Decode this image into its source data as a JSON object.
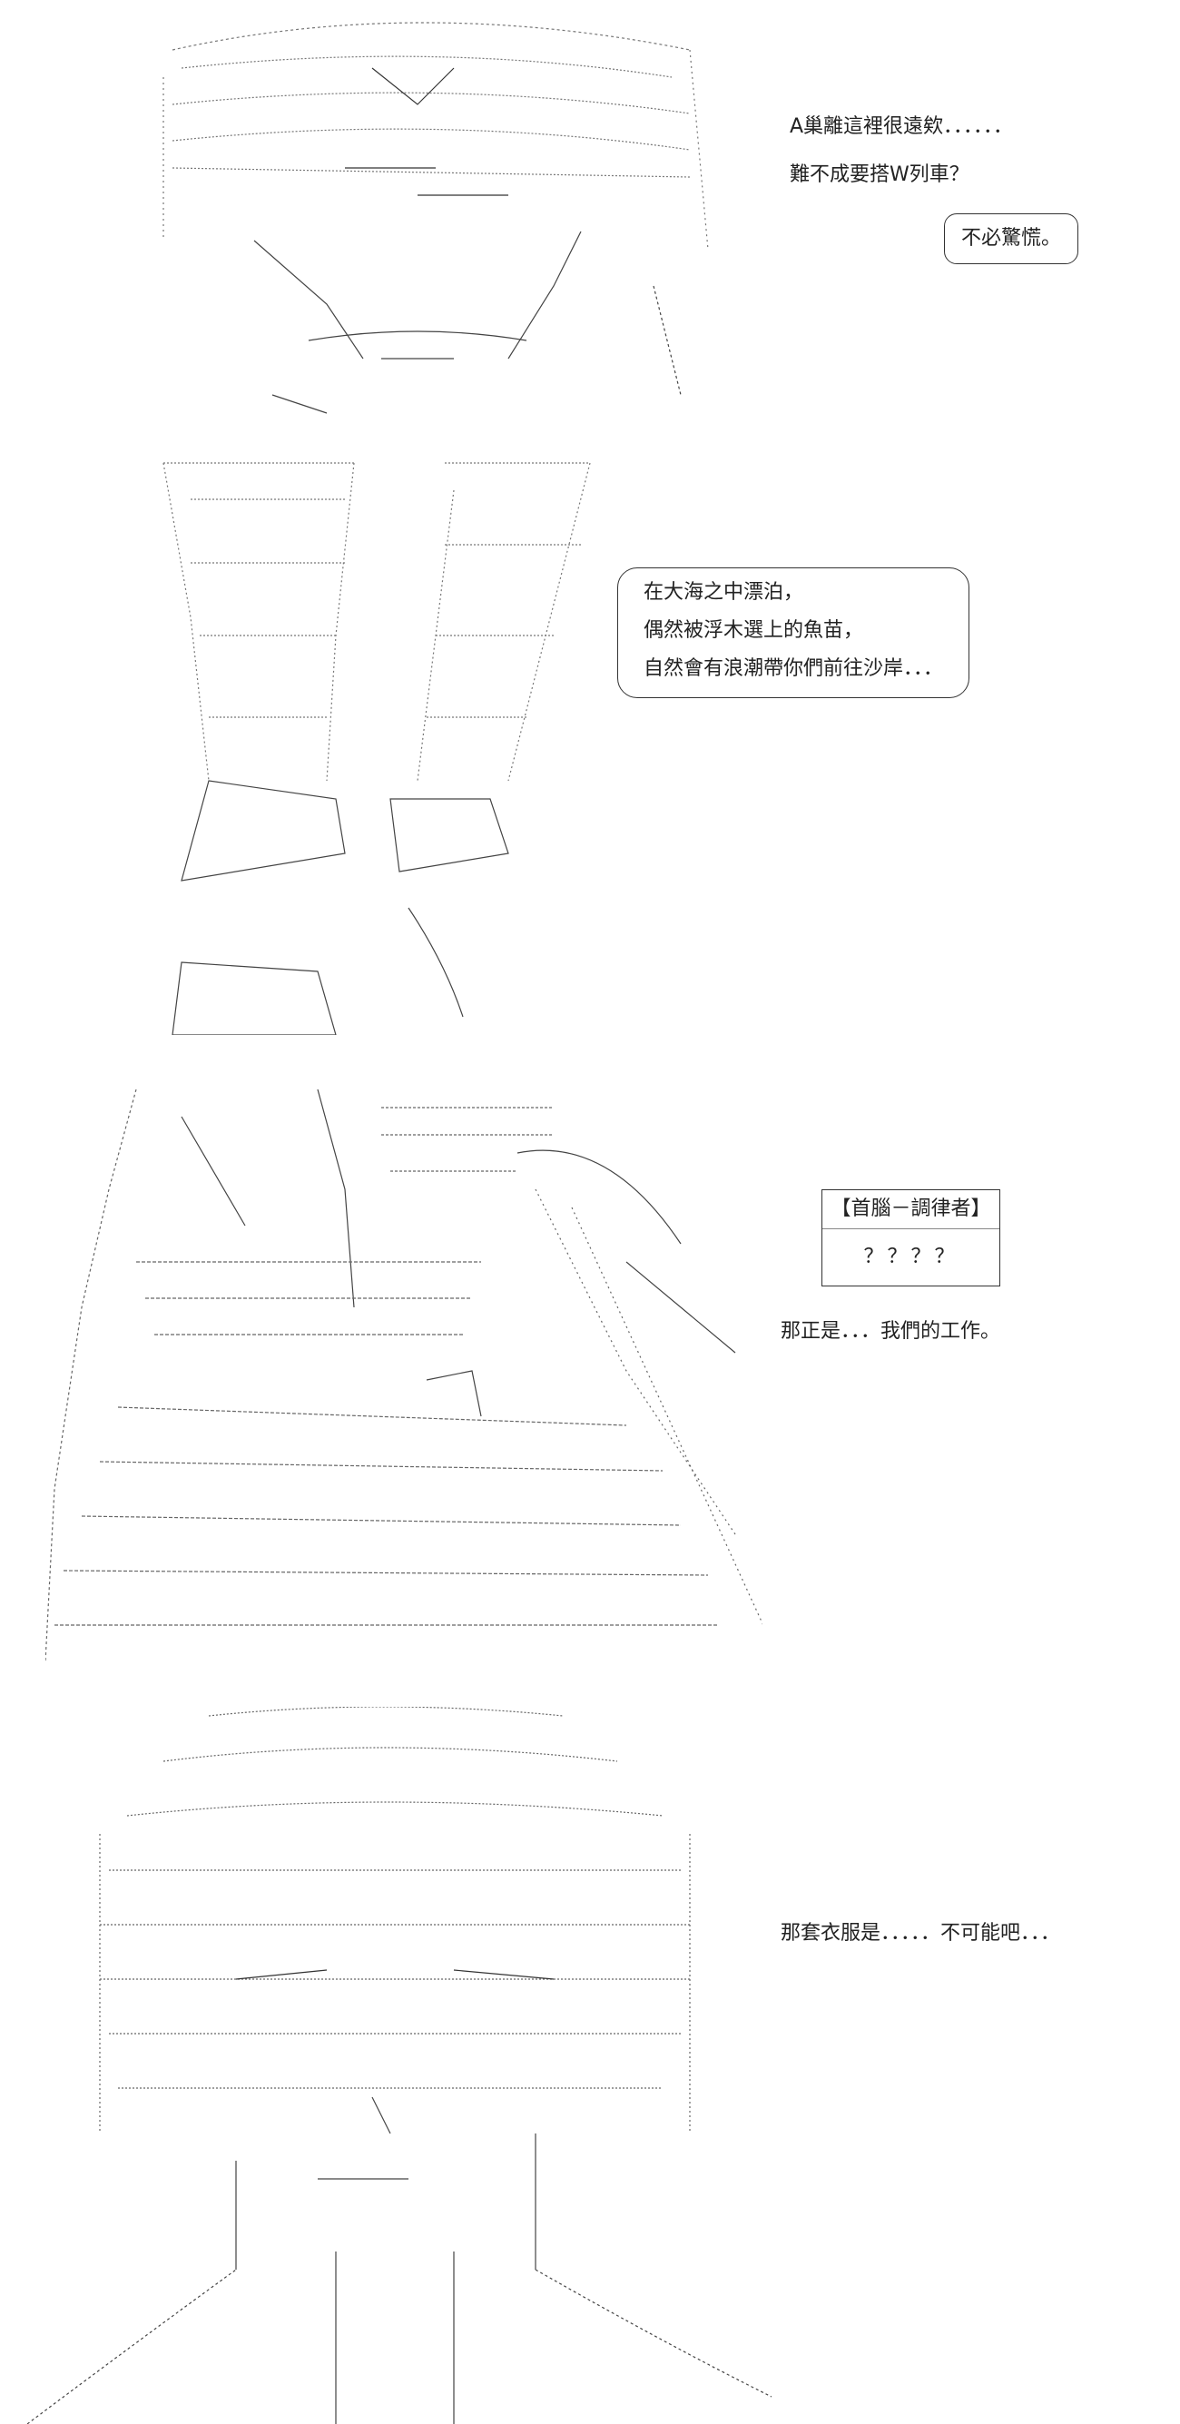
{
  "panel1": {
    "narration": [
      "A巢離這裡很遠欸．．．．．．",
      "難不成要搭W列車？"
    ],
    "bubble": "不必驚慌。"
  },
  "panel2": {
    "bubble": [
      "在大海之中漂泊，",
      "偶然被浮木選上的魚苗，",
      "自然會有浪潮帶你們前往沙岸．．．"
    ]
  },
  "panel3": {
    "nameplate": "【首腦－調律者】",
    "speaker": "？？？？",
    "line": "那正是．．．我們的工作。"
  },
  "panel4": {
    "line": "那套衣服是．．．．．不可能吧．．．"
  }
}
